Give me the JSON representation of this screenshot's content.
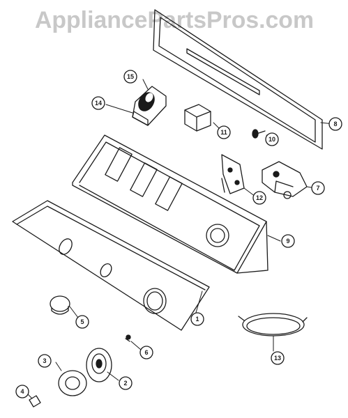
{
  "watermark": {
    "text": "AppliancePartsPros.com"
  },
  "colors": {
    "line": "#1a1a1a",
    "watermark": "#c8c8c8",
    "paper": "#ffffff"
  },
  "callouts": [
    "1",
    "2",
    "3",
    "4",
    "5",
    "6",
    "7",
    "8",
    "9",
    "10",
    "11",
    "12",
    "13",
    "14",
    "15"
  ]
}
